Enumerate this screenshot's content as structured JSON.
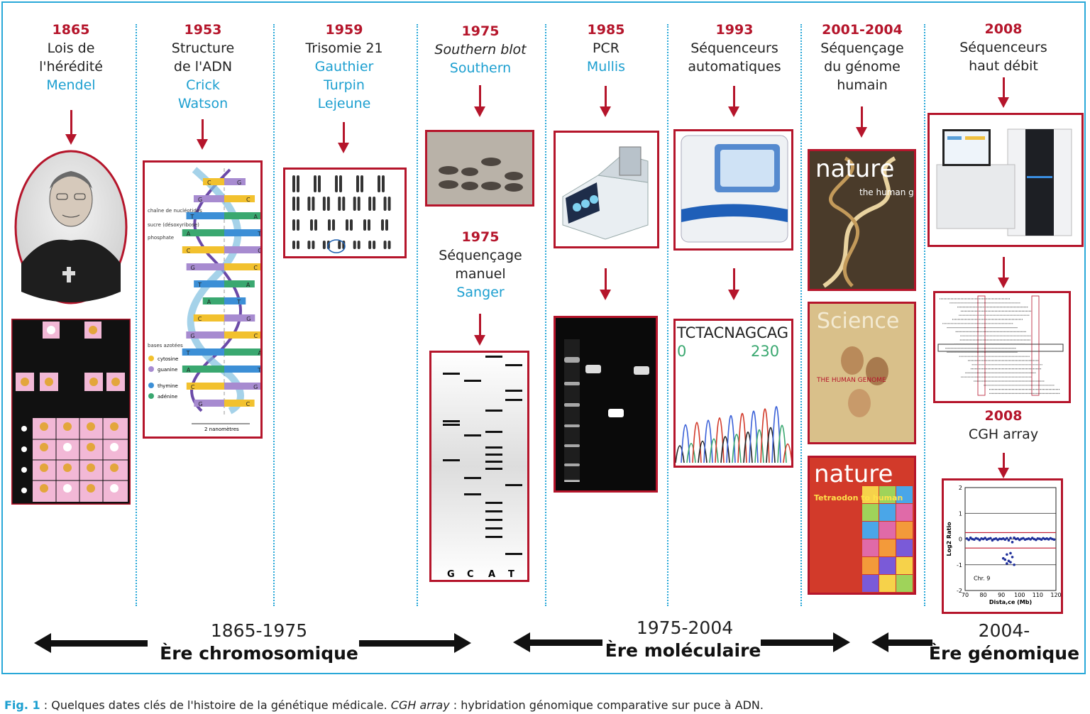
{
  "columns": [
    {
      "year": "1865",
      "lines": [
        "Lois de",
        "l'hérédité"
      ],
      "names": [
        "Mendel"
      ]
    },
    {
      "year": "1953",
      "lines": [
        "Structure",
        "de l'ADN"
      ],
      "names": [
        "Crick",
        "Watson"
      ]
    },
    {
      "year": "1959",
      "lines": [
        "Trisomie 21"
      ],
      "names": [
        "Gauthier",
        "Turpin",
        "Lejeune"
      ]
    },
    {
      "year": "1975",
      "lines_italic": [
        "Southern blot"
      ],
      "names": [
        "Southern"
      ]
    },
    {
      "year": "1975",
      "lines": [
        "Séquençage",
        "manuel"
      ],
      "names": [
        "Sanger"
      ]
    },
    {
      "year": "1985",
      "lines": [
        "PCR"
      ],
      "names": [
        "Mullis"
      ]
    },
    {
      "year": "1993",
      "lines": [
        "Séquenceurs",
        "automatiques"
      ],
      "names": []
    },
    {
      "year": "2001-2004",
      "lines": [
        "Séquençage",
        "du génome",
        "humain"
      ],
      "names": []
    },
    {
      "year": "2008",
      "lines": [
        "Séquenceurs",
        "haut débit"
      ],
      "names": []
    },
    {
      "year": "2008",
      "lines": [
        "CGH array"
      ],
      "names": []
    }
  ],
  "helix": {
    "labels": [
      "chaîne de nucléotides",
      "sucre (désoxyribose)",
      "phosphate",
      "bases azotées",
      "cytosine",
      "guanine",
      "thymine",
      "adénine",
      "2 nanomètres"
    ],
    "letters": [
      "C",
      "G",
      "T",
      "A"
    ],
    "colors": {
      "C": "#f2c12e",
      "G": "#a78bd0",
      "T": "#3c8fd6",
      "A": "#3aa870"
    }
  },
  "gel_lanes": [
    "G",
    "C",
    "A",
    "T"
  ],
  "sequencer": {
    "seq": "TCTACNAGCAG",
    "pos_left": "0",
    "pos_right": "230"
  },
  "covers": [
    {
      "title": "nature",
      "subtitle": "the human genome"
    },
    {
      "title": "Science",
      "subtitle": "THE HUMAN GENOME"
    },
    {
      "title": "nature",
      "subtitle": "Tetraodon to human"
    }
  ],
  "cgh_chart": {
    "type": "scatter",
    "ylabel": "Log2 Ratio",
    "xlabel": "Dista,ce (Mb)",
    "annotation": "Chr. 9",
    "xticks": [
      "70",
      "80",
      "90",
      "100",
      "110",
      "120"
    ],
    "yticks": [
      "2",
      "1",
      "0",
      "-1",
      "-2"
    ],
    "xlim": [
      70,
      120
    ],
    "ylim": [
      -2,
      2
    ],
    "thresholds": [
      0.25,
      -0.35
    ],
    "x": [
      71,
      72,
      73,
      74,
      75,
      76,
      77,
      78,
      79,
      80,
      81,
      82,
      83,
      84,
      85,
      86,
      87,
      88,
      89,
      90,
      91,
      92,
      93,
      94,
      95,
      96,
      97,
      98,
      99,
      100,
      101,
      102,
      103,
      104,
      105,
      106,
      107,
      108,
      109,
      110,
      111,
      112,
      113,
      114,
      115,
      116,
      117,
      118,
      119,
      91,
      92,
      93,
      94,
      95,
      96,
      97,
      93,
      95
    ],
    "y": [
      0.02,
      -0.03,
      0.05,
      0.0,
      -0.02,
      0.03,
      0.01,
      -0.04,
      0.02,
      0.0,
      0.04,
      -0.02,
      0.01,
      0.03,
      -0.05,
      0.0,
      0.02,
      -0.03,
      0.01,
      0.0,
      0.02,
      -0.02,
      0.03,
      -0.05,
      0.04,
      -0.12,
      0.05,
      0.0,
      0.02,
      -0.03,
      0.01,
      0.03,
      -0.02,
      0.0,
      0.02,
      -0.01,
      0.04,
      0.0,
      -0.03,
      0.02,
      0.01,
      -0.02,
      0.03,
      0.0,
      0.02,
      -0.01,
      0.03,
      0.0,
      -0.02,
      -0.75,
      -0.8,
      -0.95,
      -0.85,
      -0.9,
      -0.7,
      -1.0,
      -0.6,
      -0.55
    ]
  },
  "eras": [
    {
      "range": "1865-1975",
      "name": "Ère chromosomique"
    },
    {
      "range": "1975-2004",
      "name": "Ère moléculaire"
    },
    {
      "range": "2004-",
      "name": "Ère génomique"
    }
  ],
  "caption": {
    "fig": "Fig. 1",
    "part1": " : Quelques dates clés de l'histoire de la génétique médicale. ",
    "italic": "CGH array",
    "part2": " : hybridation génomique comparative sur puce à ADN."
  },
  "colors": {
    "accent_red": "#b5152b",
    "accent_blue": "#1c9fd0",
    "frame_blue": "#29a8d8"
  }
}
